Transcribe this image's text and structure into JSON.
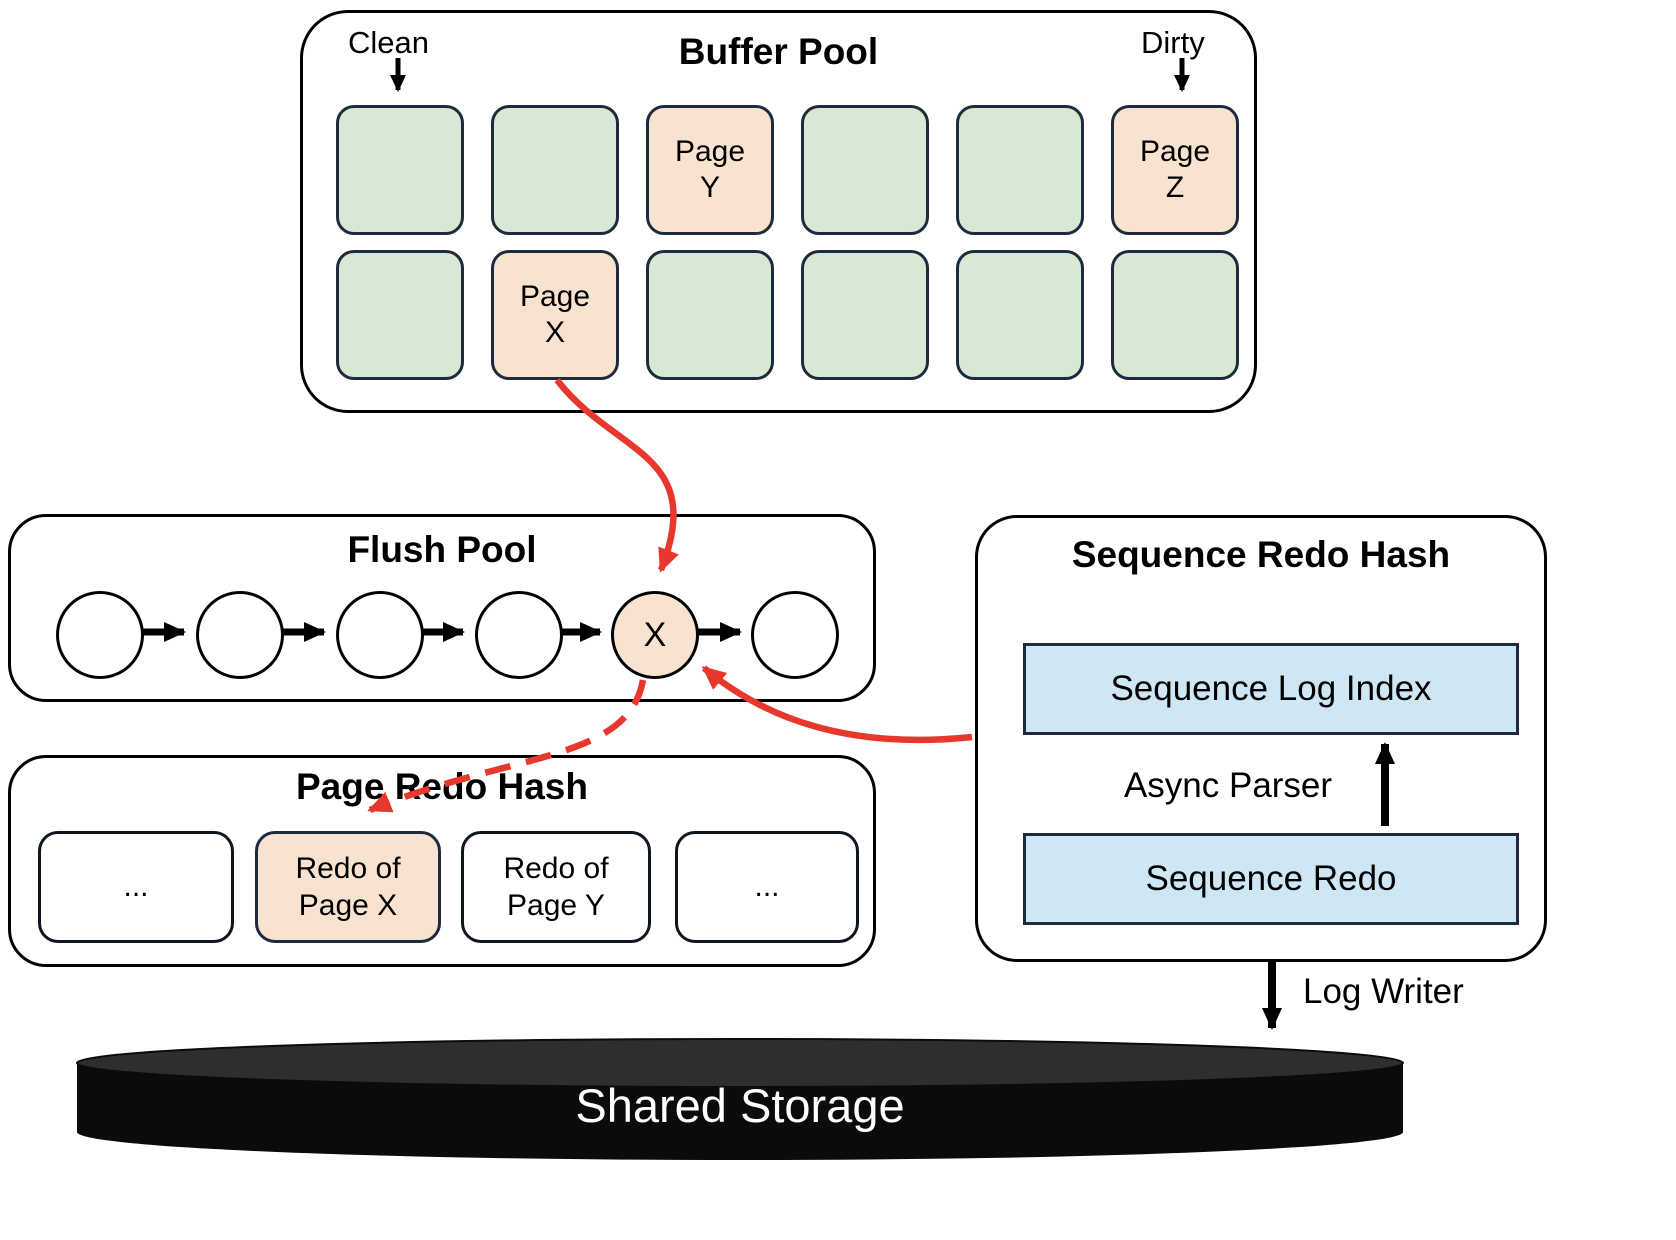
{
  "colors": {
    "clean_cell": "#d7e9d4",
    "dirty_cell": "#f8e3d1",
    "sequence_box_blue": "#cfe7f5",
    "arrow_red": "#e8382e",
    "storage_black": "#0b0b0b",
    "storage_top_gray": "#2e2e2e"
  },
  "buffer_pool": {
    "title": "Buffer Pool",
    "clean_label": "Clean",
    "dirty_label": "Dirty",
    "cells": [
      {
        "label": "",
        "state": "clean"
      },
      {
        "label": "",
        "state": "clean"
      },
      {
        "label": "Page\nY",
        "state": "dirty"
      },
      {
        "label": "",
        "state": "clean"
      },
      {
        "label": "",
        "state": "clean"
      },
      {
        "label": "Page\nZ",
        "state": "dirty"
      },
      {
        "label": "",
        "state": "clean"
      },
      {
        "label": "Page\nX",
        "state": "dirty"
      },
      {
        "label": "",
        "state": "clean"
      },
      {
        "label": "",
        "state": "clean"
      },
      {
        "label": "",
        "state": "clean"
      },
      {
        "label": "",
        "state": "clean"
      }
    ]
  },
  "flush_pool": {
    "title": "Flush Pool",
    "nodes": [
      "",
      "",
      "",
      "",
      "X",
      ""
    ]
  },
  "page_redo_hash": {
    "title": "Page Redo Hash",
    "cells": [
      {
        "label": "...",
        "state": "plain"
      },
      {
        "label": "Redo of\nPage X",
        "state": "dirty"
      },
      {
        "label": "Redo of\nPage Y",
        "state": "plain"
      },
      {
        "label": "...",
        "state": "plain"
      }
    ]
  },
  "sequence_redo_hash": {
    "title": "Sequence Redo Hash",
    "top_box_label": "Sequence Log Index",
    "parser_label": "Async Parser",
    "bottom_box_label": "Sequence Redo"
  },
  "log_writer_label": "Log Writer",
  "shared_storage": {
    "label": "Shared Storage"
  }
}
